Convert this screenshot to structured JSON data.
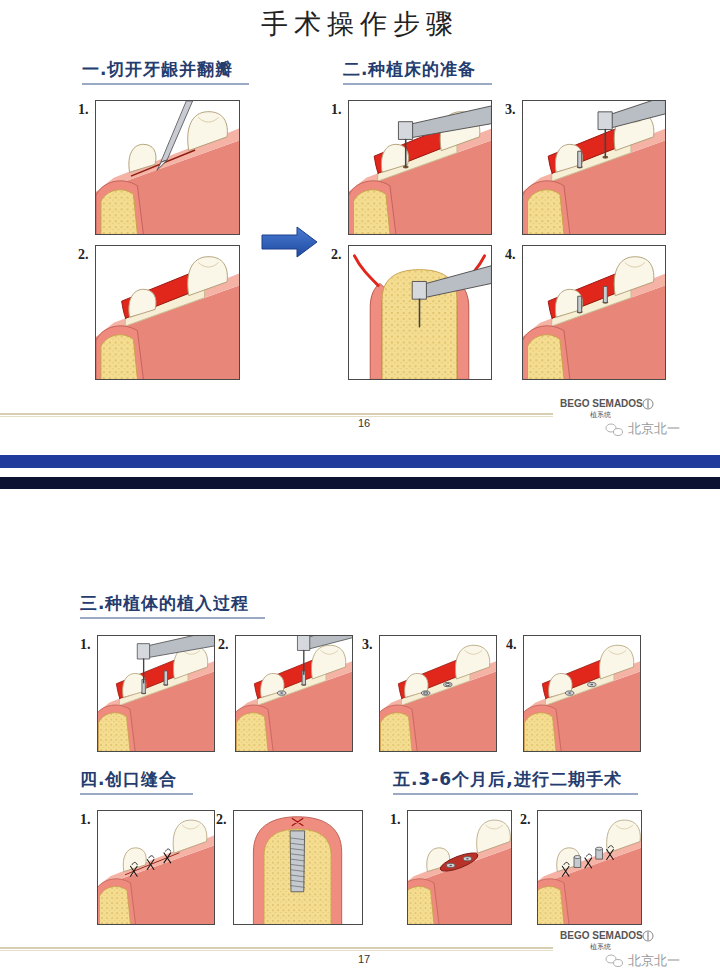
{
  "diagram": {
    "title": "手术操作步骤",
    "nodes": [
      {
        "text": [
          "一.切开牙龈并翻瓣"
        ]
      },
      {
        "text": [
          "1."
        ],
        "in": 0
      },
      {
        "text": [
          "2."
        ],
        "in": 0
      },
      {
        "text": [
          "二.种植床的准备"
        ]
      },
      {
        "text": [
          "1."
        ],
        "in": 3
      },
      {
        "text": [
          "3."
        ],
        "in": 3
      },
      {
        "text": [
          "2."
        ],
        "in": 3
      },
      {
        "text": [
          "4."
        ],
        "in": 3
      },
      {
        "text": [
          "三.种植体的植入过程"
        ]
      },
      {
        "text": [
          "1."
        ],
        "in": 8
      },
      {
        "text": [
          "2."
        ],
        "in": 8
      },
      {
        "text": [
          "3."
        ],
        "in": 8
      },
      {
        "text": [
          "4."
        ],
        "in": 8
      },
      {
        "text": [
          "四.创口缝合"
        ]
      },
      {
        "text": [
          "1."
        ],
        "in": 13
      },
      {
        "text": [
          "2."
        ],
        "in": 13
      },
      {
        "text": [
          "五.3-6个月后,进行二期手术"
        ]
      },
      {
        "text": [
          "1."
        ],
        "in": 16
      },
      {
        "text": [
          "2."
        ],
        "in": 16
      }
    ],
    "edges": [
      {
        "from": 0,
        "to": 3,
        "arrow": "to"
      }
    ],
    "labels": [
      "16",
      "BEGO SEMADOS",
      "植系统",
      "北京北一",
      "17",
      "BEGO SEMADOS",
      "植系统",
      "北京北一"
    ]
  }
}
